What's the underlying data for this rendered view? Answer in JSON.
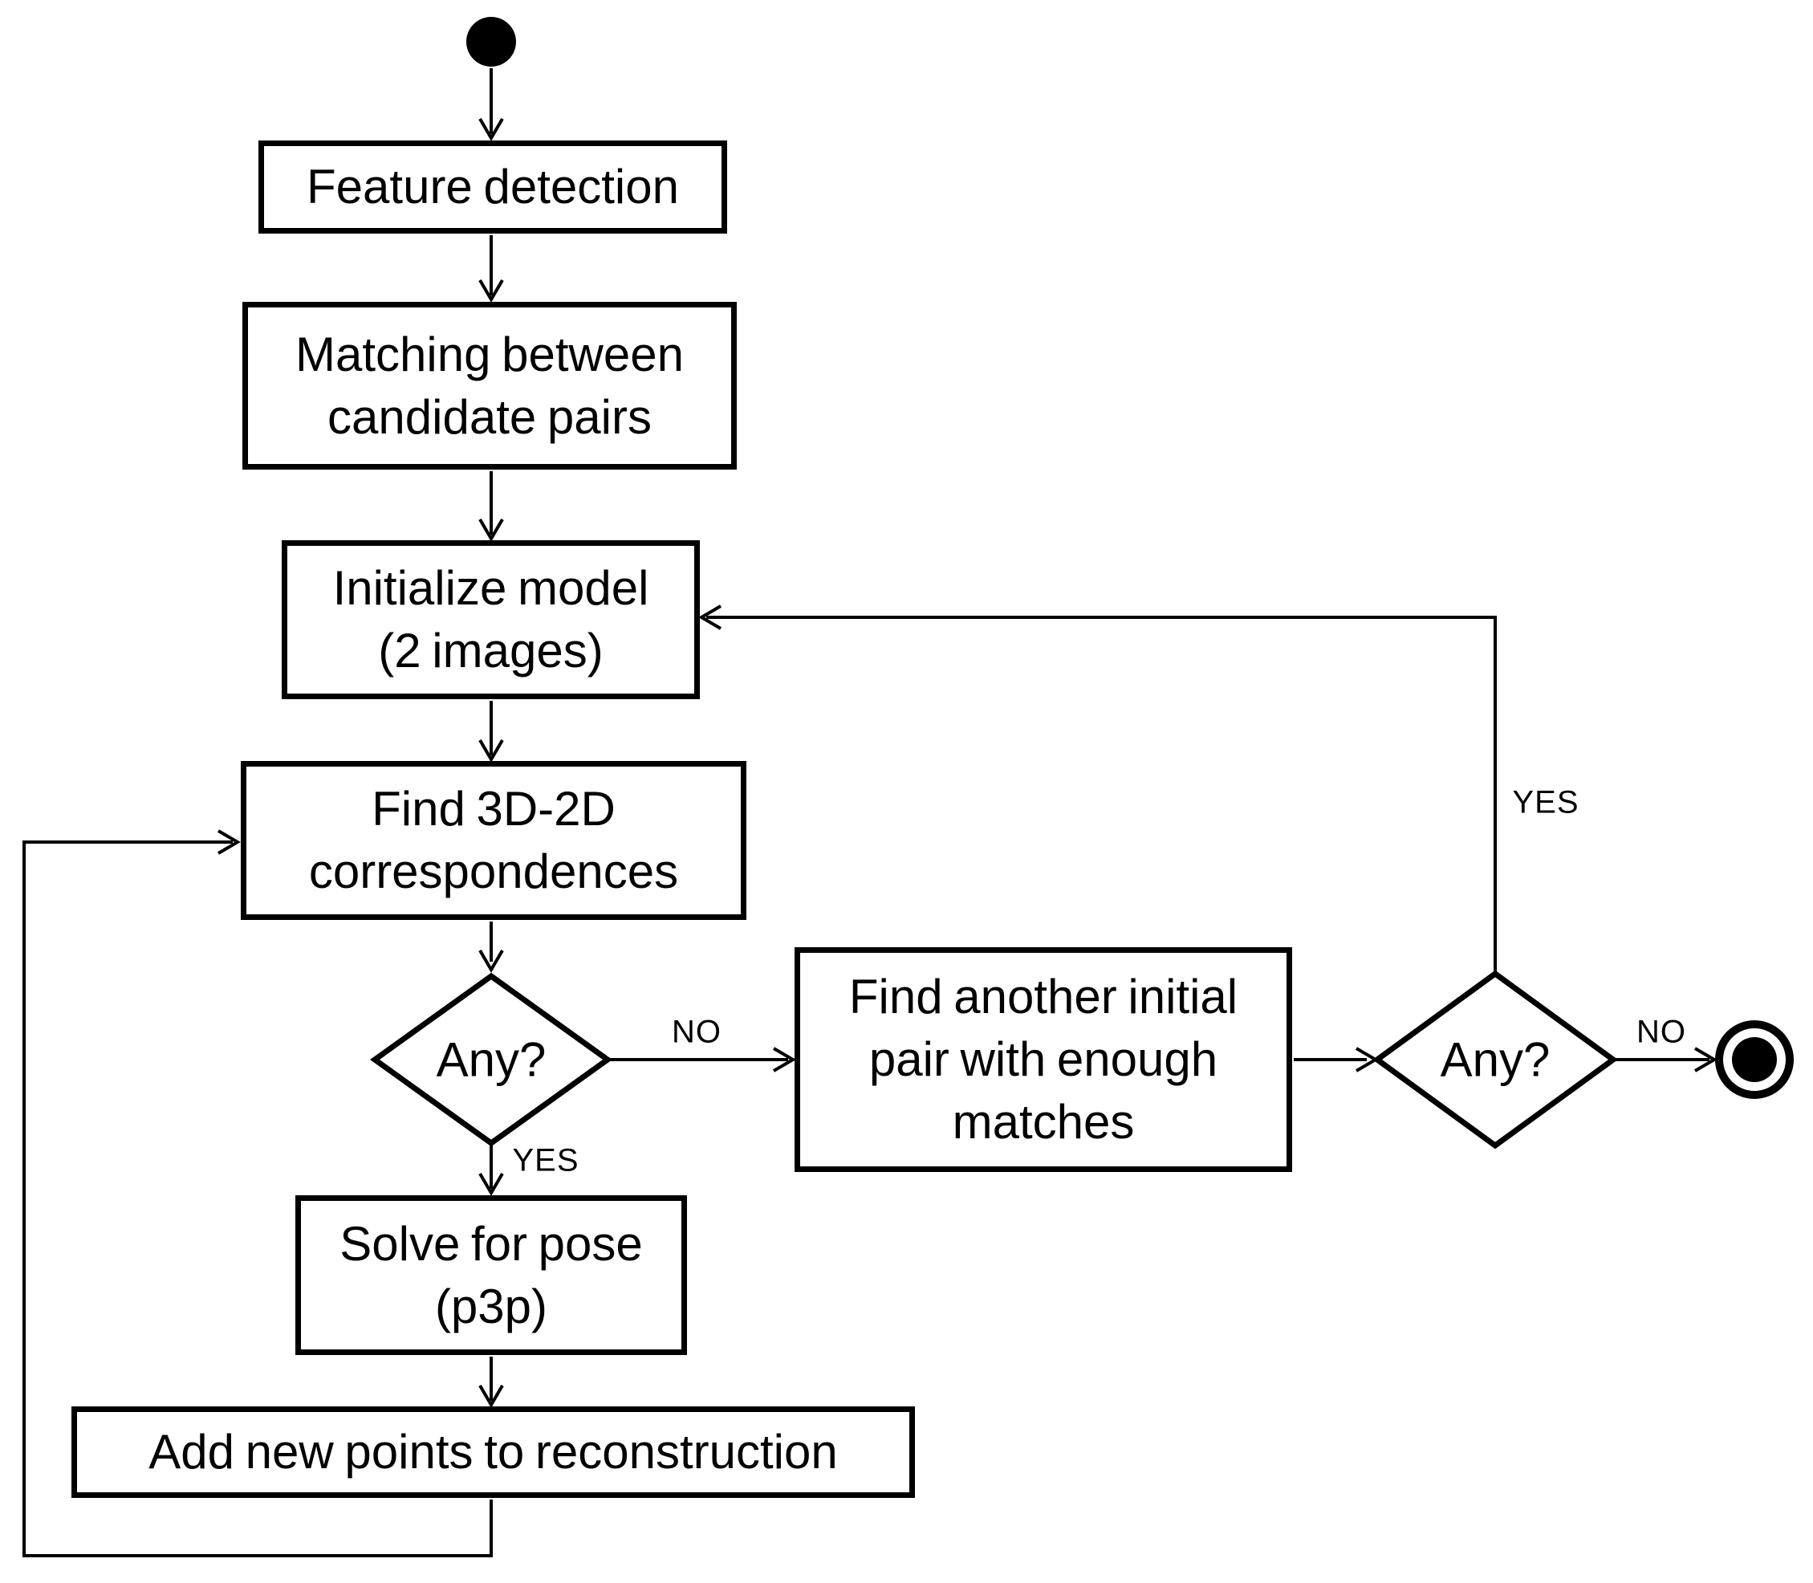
{
  "colors": {
    "background": "#ffffff",
    "stroke": "#000000",
    "text": "#000000"
  },
  "nodes": {
    "start": {
      "type": "initial-node"
    },
    "feature_detection": {
      "label": "Feature detection"
    },
    "matching": {
      "label": "Matching between\ncandidate pairs"
    },
    "initialize_model": {
      "label": "Initialize model\n(2 images)"
    },
    "find_correspondences": {
      "label": "Find 3D-2D\ncorrespondences"
    },
    "decision_any_1": {
      "label": "Any?"
    },
    "solve_pose": {
      "label": "Solve for pose\n(p3p)"
    },
    "add_points": {
      "label": "Add new points to reconstruction"
    },
    "find_another_pair": {
      "label": "Find another initial\npair with enough\nmatches"
    },
    "decision_any_2": {
      "label": "Any?"
    },
    "end": {
      "type": "final-node"
    }
  },
  "edge_labels": {
    "decision1_no": "NO",
    "decision1_yes": "YES",
    "decision2_yes": "YES",
    "decision2_no": "NO"
  }
}
